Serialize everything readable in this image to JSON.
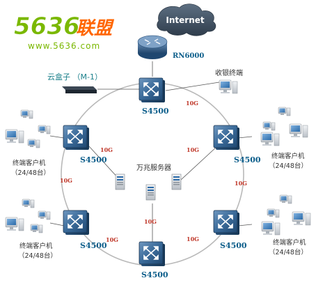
{
  "logo": {
    "number": "5636",
    "brand": "联盟",
    "url": "www.5636.com"
  },
  "internet": "Internet",
  "router": "RN6000",
  "cloudbox": "云盒子 （M-1）",
  "cashier": "收银终端",
  "server": "万兆服务器",
  "switches": {
    "top": "S4500",
    "left_upper": "S4500",
    "right_upper": "S4500",
    "left_lower": "S4500",
    "right_lower": "S4500",
    "bottom": "S4500"
  },
  "links": {
    "top_right": "10G",
    "left_upper_inner": "10G",
    "right_upper_inner": "10G",
    "left_mid": "10G",
    "right_mid": "10G",
    "left_lower": "10G",
    "bottom_inner": "10G",
    "right_lower": "10G"
  },
  "clients": {
    "left_upper": {
      "name": "终端客户机",
      "count": "（24/48台）"
    },
    "right_upper": {
      "name": "终端客户机",
      "count": "（24/48台）"
    },
    "left_lower": {
      "name": "终端客户机",
      "count": "（24/48台）"
    },
    "right_lower": {
      "name": "终端客户机",
      "count": "（24/48台）"
    }
  },
  "colors": {
    "logo_green": "#7ab800",
    "logo_orange": "#ff6600",
    "ring": "#b9b9b9",
    "switch_blue": "#2d5a8c",
    "link_red": "#c0392b"
  }
}
